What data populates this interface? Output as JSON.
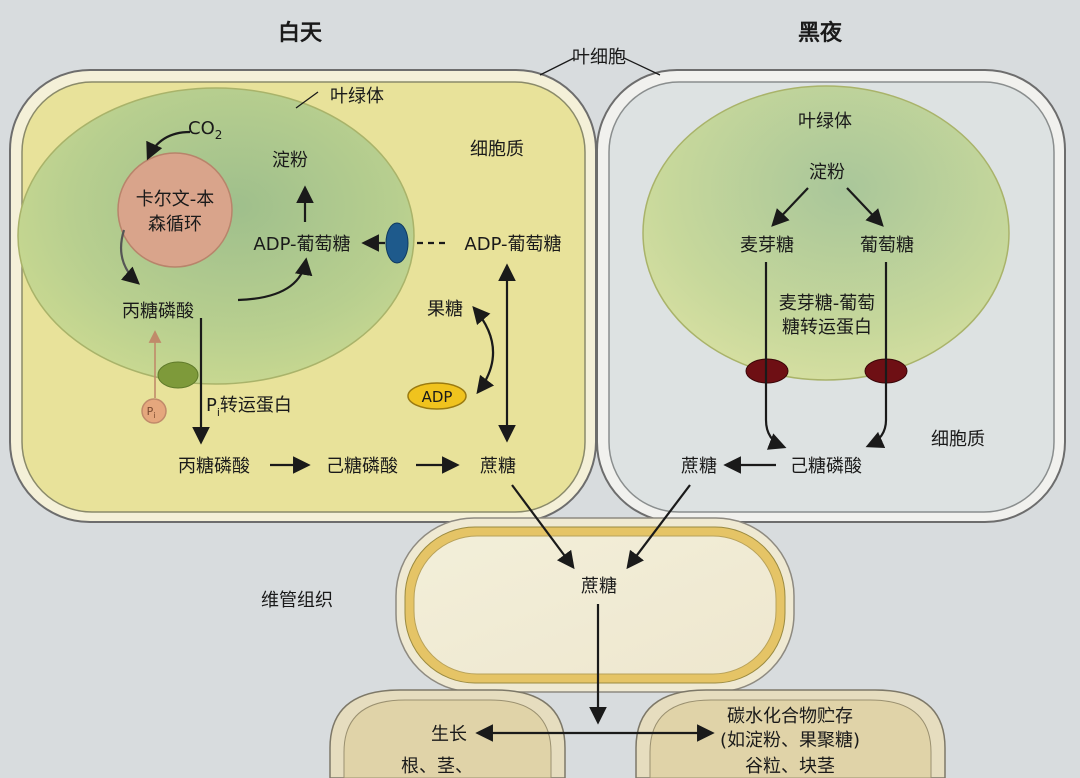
{
  "headers": {
    "day": "白天",
    "night": "黑夜",
    "leaf_cell": "叶细胞"
  },
  "day_cell": {
    "chloroplast": "叶绿体",
    "cytoplasm": "细胞质",
    "co2": "CO",
    "co2_sub": "2",
    "calvin_line1": "卡尔文-本",
    "calvin_line2": "森循环",
    "starch": "淀粉",
    "adp_glucose_in": "ADP-葡萄糖",
    "adp_glucose_out": "ADP-葡萄糖",
    "triose_phosphate_in": "丙糖磷酸",
    "pi_transporter_p": "P",
    "pi_transporter_sub": "i",
    "pi_transporter_rest": "转运蛋白",
    "pi_circle_p": "P",
    "pi_circle_sub": "i",
    "fructose": "果糖",
    "adp": "ADP",
    "triose_phosphate_out": "丙糖磷酸",
    "hexose_phosphate": "己糖磷酸",
    "sucrose": "蔗糖"
  },
  "night_cell": {
    "chloroplast": "叶绿体",
    "starch": "淀粉",
    "maltose": "麦芽糖",
    "glucose": "葡萄糖",
    "transporter_line1": "麦芽糖-葡萄",
    "transporter_line2": "糖转运蛋白",
    "cytoplasm": "细胞质",
    "sucrose": "蔗糖",
    "hexose_phosphate": "己糖磷酸"
  },
  "vascular": {
    "label": "维管组织",
    "sucrose": "蔗糖"
  },
  "sinks": {
    "growth": "生长",
    "growth_sub": "根、茎、",
    "storage_line1": "碳水化合物贮存",
    "storage_line2": "(如淀粉、果聚糖)",
    "storage_sub": "谷粒、块茎"
  },
  "colors": {
    "day_cytoplasm": "#eae39a",
    "night_cytoplasm": "#dde2e2",
    "chloroplast_green": "#c7d790",
    "calvin_circle": "#d9a48b",
    "pi_transporter": "#7e9a3a",
    "transporter_blue": "#1e5a8c",
    "transporter_red": "#6e0f14",
    "adp_oval": "#f0c31e",
    "vascular_ring": "#e5c466"
  }
}
